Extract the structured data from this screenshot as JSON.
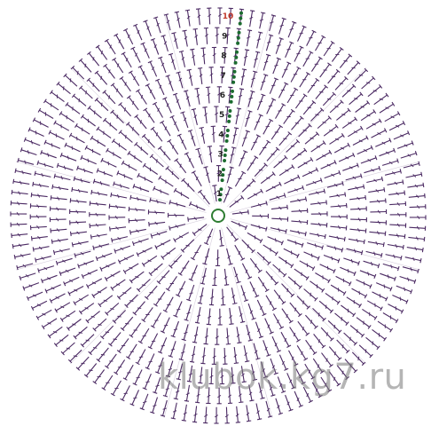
{
  "diagram": {
    "title": "",
    "stitch_color": "#4b2a63",
    "ring_color": "#2e7d32",
    "chain_color": "#1b6b2f",
    "round_label_color": "#222222",
    "top_label_color": "#c0392b",
    "total_rounds": 10,
    "round_labels": [
      "1",
      "2",
      "3",
      "4",
      "5",
      "6",
      "7",
      "8",
      "9",
      "10"
    ],
    "stitch_symbol": "double-crochet",
    "increase_symbol": "v-shape"
  },
  "watermark": {
    "text": "klubok.kg7.ru",
    "color": "#888888"
  }
}
